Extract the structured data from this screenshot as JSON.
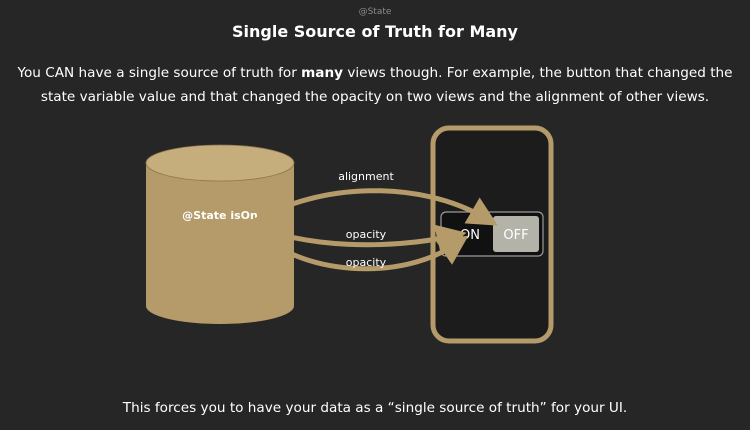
{
  "header": {
    "label": "@State",
    "title": "Single Source of Truth for Many"
  },
  "description": {
    "part1": "You CAN have a single source of truth for ",
    "bold": "many",
    "part2": " views though. For example, the button that changed the state variable value and that changed the opacity on two views and the alignment of other views."
  },
  "diagram": {
    "state_label": "@State isOn",
    "arrows": [
      "alignment",
      "opacity",
      "opacity"
    ],
    "toggle": {
      "on_label": "ON",
      "off_label": "OFF"
    },
    "colors": {
      "cylinder": "#b59b6a",
      "arrow": "#b59b6a",
      "phone_frame": "#b59b6a",
      "background": "#262626"
    }
  },
  "footer": {
    "text": "This forces you to have your data as a “single source of truth” for your UI."
  }
}
